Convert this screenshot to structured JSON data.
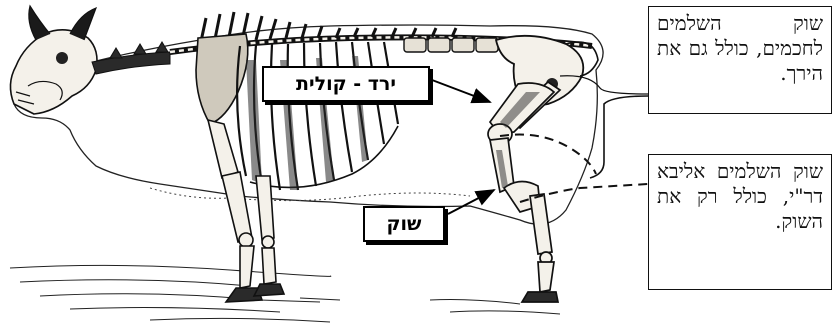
{
  "labels": {
    "thigh_tag": "ירד - קולית",
    "shank_tag": "שוק"
  },
  "callouts": {
    "sages": "שוק השלמים לחכמים, כולל גם את הירך.",
    "rabbi_eliva": "שוק השלמים אליבא דר\"י, כולל רק את השוק."
  },
  "colors": {
    "ink": "#111111",
    "bone": "#f4f1ea",
    "paper": "#ffffff"
  }
}
